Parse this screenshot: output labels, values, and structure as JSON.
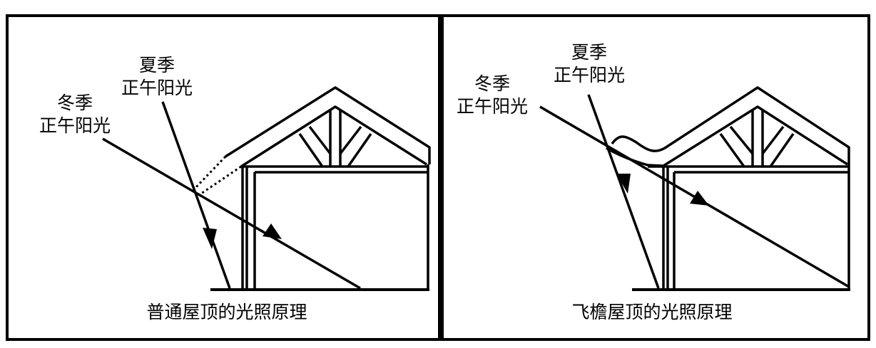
{
  "panels": {
    "left": {
      "caption": "普通屋顶的光照原理",
      "summer_label": [
        "夏季",
        "正午阳光"
      ],
      "winter_label": [
        "冬季",
        "正午阳光"
      ]
    },
    "right": {
      "caption": "飞檐屋顶的光照原理",
      "summer_label": [
        "夏季",
        "正午阳光"
      ],
      "winter_label": [
        "冬季",
        "正午阳光"
      ]
    }
  },
  "colors": {
    "stroke": "#000000",
    "background": "#ffffff"
  }
}
